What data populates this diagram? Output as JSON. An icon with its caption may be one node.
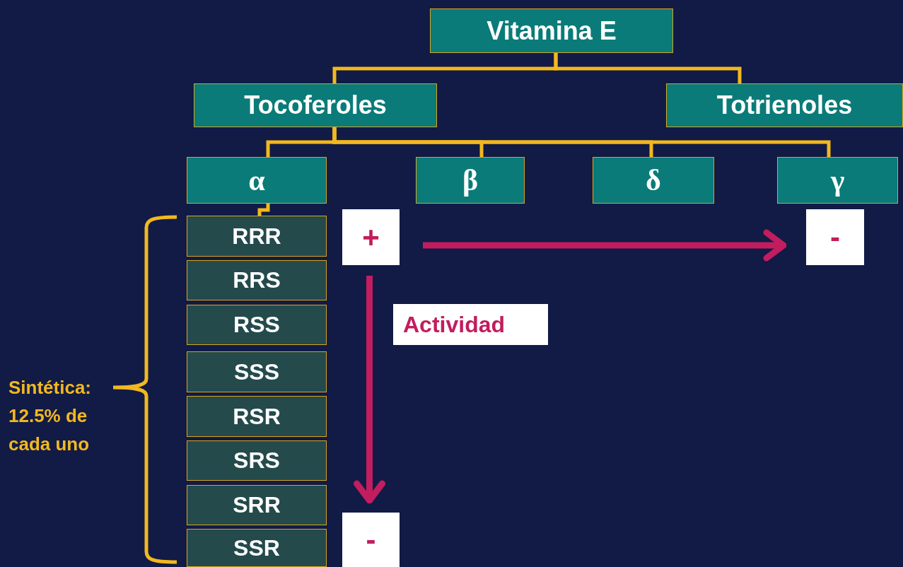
{
  "diagram": {
    "nodes": [
      {
        "text": [
          "Vitamina E"
        ]
      },
      {
        "text": [
          "Tocoferoles"
        ]
      },
      {
        "text": [
          "Totrienoles"
        ]
      },
      {
        "text": [
          "α"
        ]
      },
      {
        "text": [
          "β"
        ]
      },
      {
        "text": [
          "δ"
        ]
      },
      {
        "text": [
          "γ"
        ]
      },
      {
        "text": [
          "RRR"
        ]
      },
      {
        "text": [
          "RRS"
        ]
      },
      {
        "text": [
          "RSS"
        ]
      },
      {
        "text": [
          "SSS"
        ]
      },
      {
        "text": [
          "RSR"
        ]
      },
      {
        "text": [
          "SRS"
        ]
      },
      {
        "text": [
          "SRR"
        ]
      },
      {
        "text": [
          "SSR"
        ]
      },
      {
        "text": [
          "+"
        ]
      },
      {
        "text": [
          "-"
        ]
      },
      {
        "text": [
          "-"
        ]
      },
      {
        "text": [
          "Actividad"
        ]
      }
    ],
    "edges": [
      {
        "from": 0,
        "to": 1,
        "arrow": "none"
      },
      {
        "from": 0,
        "to": 2,
        "arrow": "none"
      },
      {
        "from": 1,
        "to": 3,
        "arrow": "none"
      },
      {
        "from": 1,
        "to": 4,
        "arrow": "none"
      },
      {
        "from": 1,
        "to": 5,
        "arrow": "none"
      },
      {
        "from": 1,
        "to": 6,
        "arrow": "none"
      },
      {
        "from": 3,
        "to": 7,
        "arrow": "none"
      },
      {
        "from": 15,
        "to": 16,
        "arrow": "to",
        "style": "thick",
        "color": "#c21d5e"
      },
      {
        "from": 15,
        "to": 17,
        "arrow": "to",
        "style": "thick",
        "color": "#c21d5e"
      }
    ],
    "labels": [
      "Sintética: 12.5% de cada uno"
    ]
  }
}
